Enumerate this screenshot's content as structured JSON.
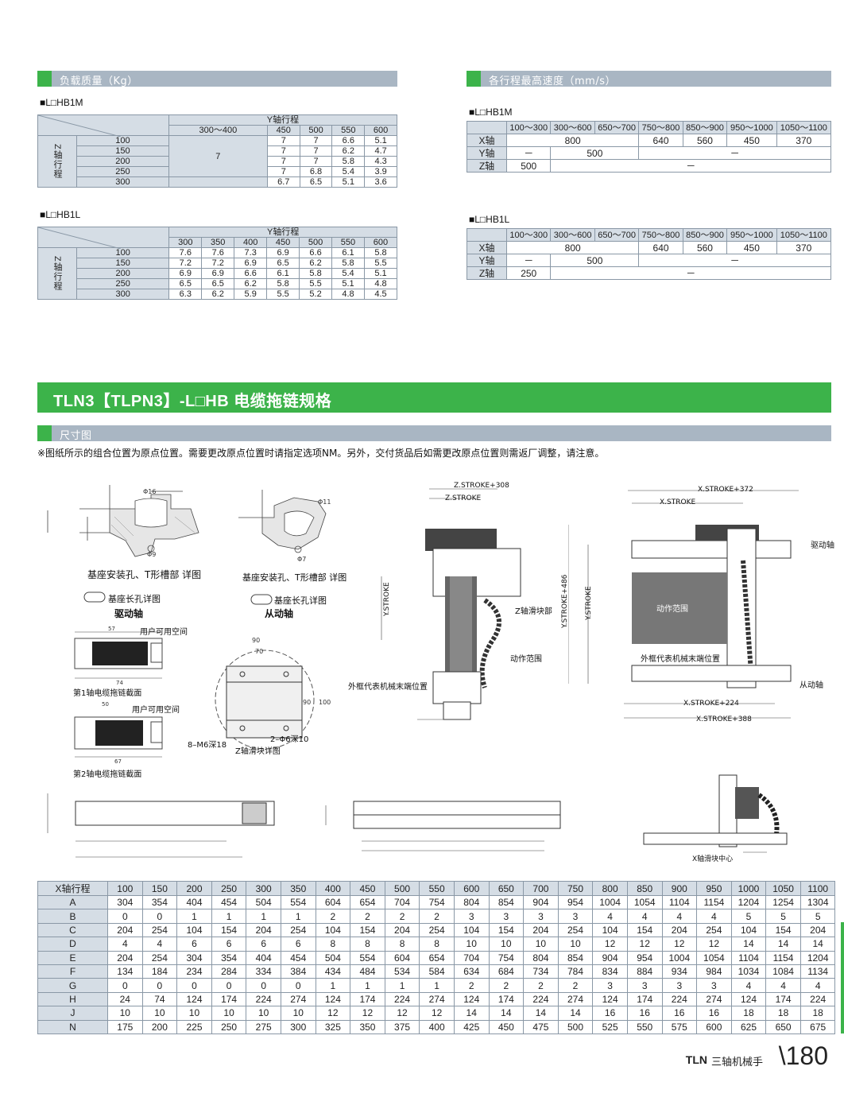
{
  "load": {
    "title": "负载质量（Kg）",
    "hb1m": {
      "label": "■L□HB1M",
      "y_header": "Y轴行程",
      "y_cols": [
        "300～400",
        "450",
        "500",
        "550",
        "600"
      ],
      "z_label": "Z轴行程",
      "merged_value": "7",
      "rows": [
        {
          "z": "100",
          "v": [
            "7",
            "7",
            "6.6",
            "5.1"
          ]
        },
        {
          "z": "150",
          "v": [
            "7",
            "7",
            "6.2",
            "4.7"
          ]
        },
        {
          "z": "200",
          "v": [
            "7",
            "7",
            "5.8",
            "4.3"
          ]
        },
        {
          "z": "250",
          "v": [
            "7",
            "6.8",
            "5.4",
            "3.9"
          ]
        },
        {
          "z": "300",
          "v": [
            "6.7",
            "6.5",
            "5.1",
            "3.6"
          ]
        }
      ]
    },
    "hb1l": {
      "label": "■L□HB1L",
      "y_header": "Y轴行程",
      "y_cols": [
        "300",
        "350",
        "400",
        "450",
        "500",
        "550",
        "600"
      ],
      "z_label": "Z轴行程",
      "rows": [
        {
          "z": "100",
          "v": [
            "7.6",
            "7.6",
            "7.3",
            "6.9",
            "6.6",
            "6.1",
            "5.8"
          ]
        },
        {
          "z": "150",
          "v": [
            "7.2",
            "7.2",
            "6.9",
            "6.5",
            "6.2",
            "5.8",
            "5.5"
          ]
        },
        {
          "z": "200",
          "v": [
            "6.9",
            "6.9",
            "6.6",
            "6.1",
            "5.8",
            "5.4",
            "5.1"
          ]
        },
        {
          "z": "250",
          "v": [
            "6.5",
            "6.5",
            "6.2",
            "5.8",
            "5.5",
            "5.1",
            "4.8"
          ]
        },
        {
          "z": "300",
          "v": [
            "6.3",
            "6.2",
            "5.9",
            "5.5",
            "5.2",
            "4.8",
            "4.5"
          ]
        }
      ]
    }
  },
  "speed": {
    "title": "各行程最高速度（mm/s）",
    "cols": [
      "100～300",
      "300～600",
      "650～700",
      "750～800",
      "850～900",
      "950～1000",
      "1050～1100"
    ],
    "hb1m": {
      "label": "■L□HB1M",
      "x": {
        "axis": "X轴",
        "a": "800",
        "b": "640",
        "c": "560",
        "d": "450",
        "e": "370"
      },
      "y": {
        "axis": "Y轴",
        "a": "－",
        "b": "500",
        "c": "－"
      },
      "z": {
        "axis": "Z轴",
        "a": "500",
        "b": "－"
      }
    },
    "hb1l": {
      "label": "■L□HB1L",
      "x": {
        "axis": "X轴",
        "a": "800",
        "b": "640",
        "c": "560",
        "d": "450",
        "e": "370"
      },
      "y": {
        "axis": "Y轴",
        "a": "－",
        "b": "500",
        "c": "－"
      },
      "z": {
        "axis": "Z轴",
        "a": "250",
        "b": "－"
      }
    }
  },
  "spec_title": "TLN3【TLPN3】-L□HB  电缆拖链规格",
  "dims_title": "尺寸图",
  "note": "※图纸所示的组合位置为原点位置。需要更改原点位置时请指定选项NM。另外，交付货品后如需更改原点位置则需返厂调整，请注意。",
  "drawings": {
    "detail_left": "基座安装孔、T形槽部 详图",
    "slot_left": "基座长孔详图",
    "drive_axis": "驱动轴",
    "detail_right": "基座安装孔、T形槽部 详图",
    "slot_right": "基座长孔详图",
    "driven_axis": "从动轴",
    "user_space_1": "用户可用空间",
    "chain1": "第1轴电缆拖链截面",
    "user_space_2": "用户可用空间",
    "chain2": "第2轴电缆拖链截面",
    "z_slider_detail": "Z轴滑块详图",
    "m6": "8–M6深18",
    "hole": "2–Φ6深10",
    "z_slider_part": "Z轴滑块部",
    "motion_range": "动作范围",
    "outer_frame": "外框代表机械末端位置",
    "motion_area": "动作范围",
    "outer_frame_2": "外框代表机械末端位置",
    "drive_shaft": "驱动轴",
    "driven_shaft": "从动轴",
    "x_slider_center": "X轴滑块中心",
    "dim_zstroke308": "Z.STROKE+308",
    "dim_zstroke": "Z.STROKE",
    "dim_xstroke372": "X.STROKE+372",
    "dim_xstroke": "X.STROKE",
    "dim_xstroke224": "X.STROKE+224",
    "dim_xstroke388": "X.STROKE+388",
    "dim_ystroke486": "Y.STROKE+486",
    "dim_ystroke": "Y.STROKE",
    "dim_ystroke_b": "Y.STROKE"
  },
  "dim_table": {
    "header": "X轴行程",
    "cols": [
      "100",
      "150",
      "200",
      "250",
      "300",
      "350",
      "400",
      "450",
      "500",
      "550",
      "600",
      "650",
      "700",
      "750",
      "800",
      "850",
      "900",
      "950",
      "1000",
      "1050",
      "1100"
    ],
    "rows": [
      {
        "k": "A",
        "v": [
          "304",
          "354",
          "404",
          "454",
          "504",
          "554",
          "604",
          "654",
          "704",
          "754",
          "804",
          "854",
          "904",
          "954",
          "1004",
          "1054",
          "1104",
          "1154",
          "1204",
          "1254",
          "1304"
        ]
      },
      {
        "k": "B",
        "v": [
          "0",
          "0",
          "1",
          "1",
          "1",
          "1",
          "2",
          "2",
          "2",
          "2",
          "3",
          "3",
          "3",
          "3",
          "4",
          "4",
          "4",
          "4",
          "5",
          "5",
          "5"
        ]
      },
      {
        "k": "C",
        "v": [
          "204",
          "254",
          "104",
          "154",
          "204",
          "254",
          "104",
          "154",
          "204",
          "254",
          "104",
          "154",
          "204",
          "254",
          "104",
          "154",
          "204",
          "254",
          "104",
          "154",
          "204"
        ]
      },
      {
        "k": "D",
        "v": [
          "4",
          "4",
          "6",
          "6",
          "6",
          "6",
          "8",
          "8",
          "8",
          "8",
          "10",
          "10",
          "10",
          "10",
          "12",
          "12",
          "12",
          "12",
          "14",
          "14",
          "14"
        ]
      },
      {
        "k": "E",
        "v": [
          "204",
          "254",
          "304",
          "354",
          "404",
          "454",
          "504",
          "554",
          "604",
          "654",
          "704",
          "754",
          "804",
          "854",
          "904",
          "954",
          "1004",
          "1054",
          "1104",
          "1154",
          "1204"
        ]
      },
      {
        "k": "F",
        "v": [
          "134",
          "184",
          "234",
          "284",
          "334",
          "384",
          "434",
          "484",
          "534",
          "584",
          "634",
          "684",
          "734",
          "784",
          "834",
          "884",
          "934",
          "984",
          "1034",
          "1084",
          "1134"
        ]
      },
      {
        "k": "G",
        "v": [
          "0",
          "0",
          "0",
          "0",
          "0",
          "0",
          "1",
          "1",
          "1",
          "1",
          "2",
          "2",
          "2",
          "2",
          "3",
          "3",
          "3",
          "3",
          "4",
          "4",
          "4"
        ]
      },
      {
        "k": "H",
        "v": [
          "24",
          "74",
          "124",
          "174",
          "224",
          "274",
          "124",
          "174",
          "224",
          "274",
          "124",
          "174",
          "224",
          "274",
          "124",
          "174",
          "224",
          "274",
          "124",
          "174",
          "224"
        ]
      },
      {
        "k": "J",
        "v": [
          "10",
          "10",
          "10",
          "10",
          "10",
          "10",
          "12",
          "12",
          "12",
          "12",
          "14",
          "14",
          "14",
          "14",
          "16",
          "16",
          "16",
          "16",
          "18",
          "18",
          "18"
        ]
      },
      {
        "k": "N",
        "v": [
          "175",
          "200",
          "225",
          "250",
          "275",
          "300",
          "325",
          "350",
          "375",
          "400",
          "425",
          "450",
          "475",
          "500",
          "525",
          "550",
          "575",
          "600",
          "625",
          "650",
          "675"
        ]
      }
    ]
  },
  "footer": {
    "brand": "TLN",
    "text": "三轴机械手",
    "page": "\\180"
  }
}
